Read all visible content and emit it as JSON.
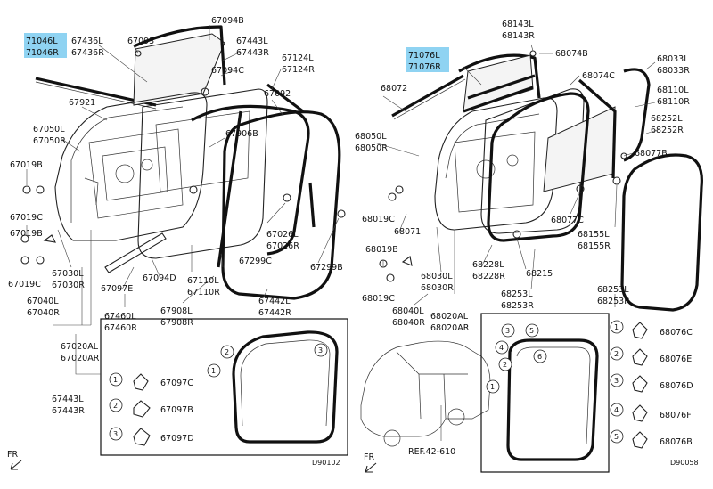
{
  "left_panel": {
    "highlight_codes": [
      "71046L",
      "71046R"
    ],
    "labels": [
      "67436L",
      "67436R",
      "67093",
      "67094B",
      "67443L",
      "67443R",
      "67094C",
      "67124L",
      "67124R",
      "67092",
      "67921",
      "67050L",
      "67050R",
      "67019B",
      "67019C",
      "67019B",
      "67019C",
      "67906B",
      "67026L",
      "67026R",
      "67299C",
      "67299B",
      "67030L",
      "67030R",
      "67040L",
      "67040R",
      "67097E",
      "67460L",
      "67460R",
      "67094D",
      "67110L",
      "67110R",
      "67908L",
      "67908R",
      "67442L",
      "67442R",
      "67020AL",
      "67020AR"
    ],
    "legend": {
      "labels": [
        "67443L",
        "67443R"
      ],
      "items": [
        {
          "num": "1",
          "code": "67097C"
        },
        {
          "num": "2",
          "code": "67097B"
        },
        {
          "num": "3",
          "code": "67097D"
        }
      ],
      "inset_nums": [
        "1",
        "2",
        "3"
      ]
    },
    "fr_label": "FR",
    "diagram_id": "D90102"
  },
  "right_panel": {
    "highlight_codes": [
      "71076L",
      "71076R"
    ],
    "labels": [
      "68143L",
      "68143R",
      "68074B",
      "68072",
      "68074C",
      "68033L",
      "68033R",
      "68110L",
      "68110R",
      "68252L",
      "68252R",
      "68050L",
      "68050R",
      "68077B",
      "68019C",
      "68071",
      "68019B",
      "68077C",
      "68155L",
      "68155R",
      "68019C",
      "68030L",
      "68030R",
      "68228L",
      "68228R",
      "68215",
      "68040L",
      "68040R",
      "68253L",
      "68253R",
      "68020AL",
      "68020AR",
      "68253L",
      "68253R"
    ],
    "legend": {
      "items": [
        {
          "num": "1",
          "code": "68076C"
        },
        {
          "num": "2",
          "code": "68076E"
        },
        {
          "num": "3",
          "code": "68076D"
        },
        {
          "num": "4",
          "code": "68076F"
        },
        {
          "num": "5",
          "code": "68076B"
        }
      ],
      "inset_nums": [
        "3",
        "5",
        "4",
        "6",
        "2",
        "1"
      ]
    },
    "ref_label": "REF.42-610",
    "fr_label": "FR",
    "diagram_id": "D90058"
  }
}
